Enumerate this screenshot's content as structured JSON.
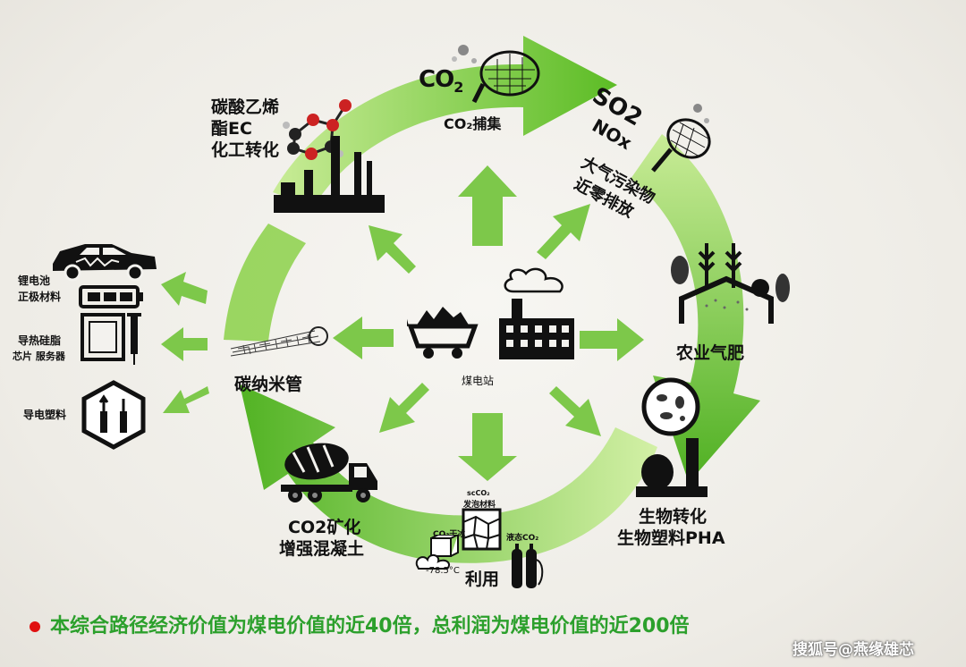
{
  "center": {
    "label": "煤电站"
  },
  "nodes": {
    "co2_capture": {
      "title_main": "CO",
      "title_sub": "2",
      "label": "CO₂捕集"
    },
    "pollutants": {
      "so2": "SO2",
      "nox": "NOx",
      "line1": "大气污染物",
      "line2": "近零排放"
    },
    "agri": {
      "label": "农业气肥"
    },
    "bio": {
      "line1": "生物转化",
      "line2": "生物塑料PHA"
    },
    "utilize": {
      "label": "利用",
      "foam_top": "scCO₂",
      "foam_bottom": "发泡材料",
      "dry_ice": "CO₂干冰",
      "temp": "-78.5°C",
      "liquid": "液态CO₂"
    },
    "mineral": {
      "line1": "CO2矿化",
      "line2": "增强混凝土"
    },
    "nanotube": {
      "label": "碳纳米管"
    },
    "chem": {
      "line1": "碳酸乙烯",
      "line2": "酯EC",
      "line3": "化工转化"
    }
  },
  "products": {
    "battery": {
      "line1": "锂电池",
      "line2": "正极材料"
    },
    "thermal": {
      "line1": "导热硅脂",
      "line2": "芯片 服务器"
    },
    "plastic": {
      "label": "导电塑料"
    }
  },
  "footer": {
    "text": "本综合路径经济价值为煤电价值的近40倍，总利润为煤电价值的近200倍"
  },
  "watermark": {
    "text": "搜狐号@燕缘雄芯"
  },
  "colors": {
    "arrow_green": "#5ab52a",
    "light_green": "#a9dd6a",
    "footer_green": "#2ca02c",
    "bullet_red": "#e01010"
  }
}
